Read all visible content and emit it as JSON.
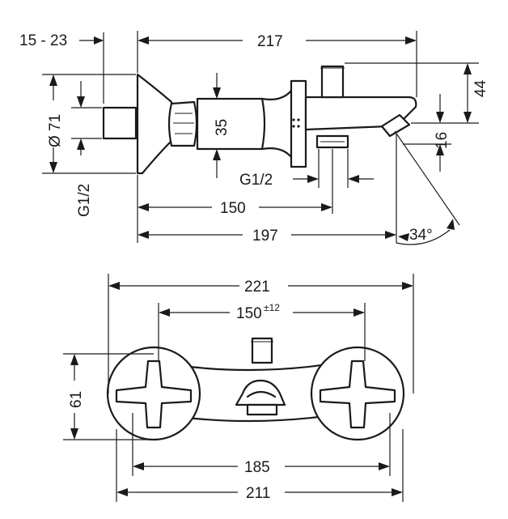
{
  "side_view": {
    "dims": {
      "wall_offset": "15 - 23",
      "total_depth": "217",
      "diverter_height": "44",
      "flange_diameter": "Ø 71",
      "inlet_thread": "G1/2",
      "body_height": "35",
      "spout_drop": "16",
      "outlet_thread": "G1/2",
      "outlet_distance": "150",
      "spout_reach": "197",
      "spray_angle": "34°"
    }
  },
  "front_view": {
    "dims": {
      "overall_width": "221",
      "center_distance": "150",
      "center_tolerance": "±12",
      "handle_height": "61",
      "body_width": "185",
      "rosette_width": "211"
    }
  }
}
